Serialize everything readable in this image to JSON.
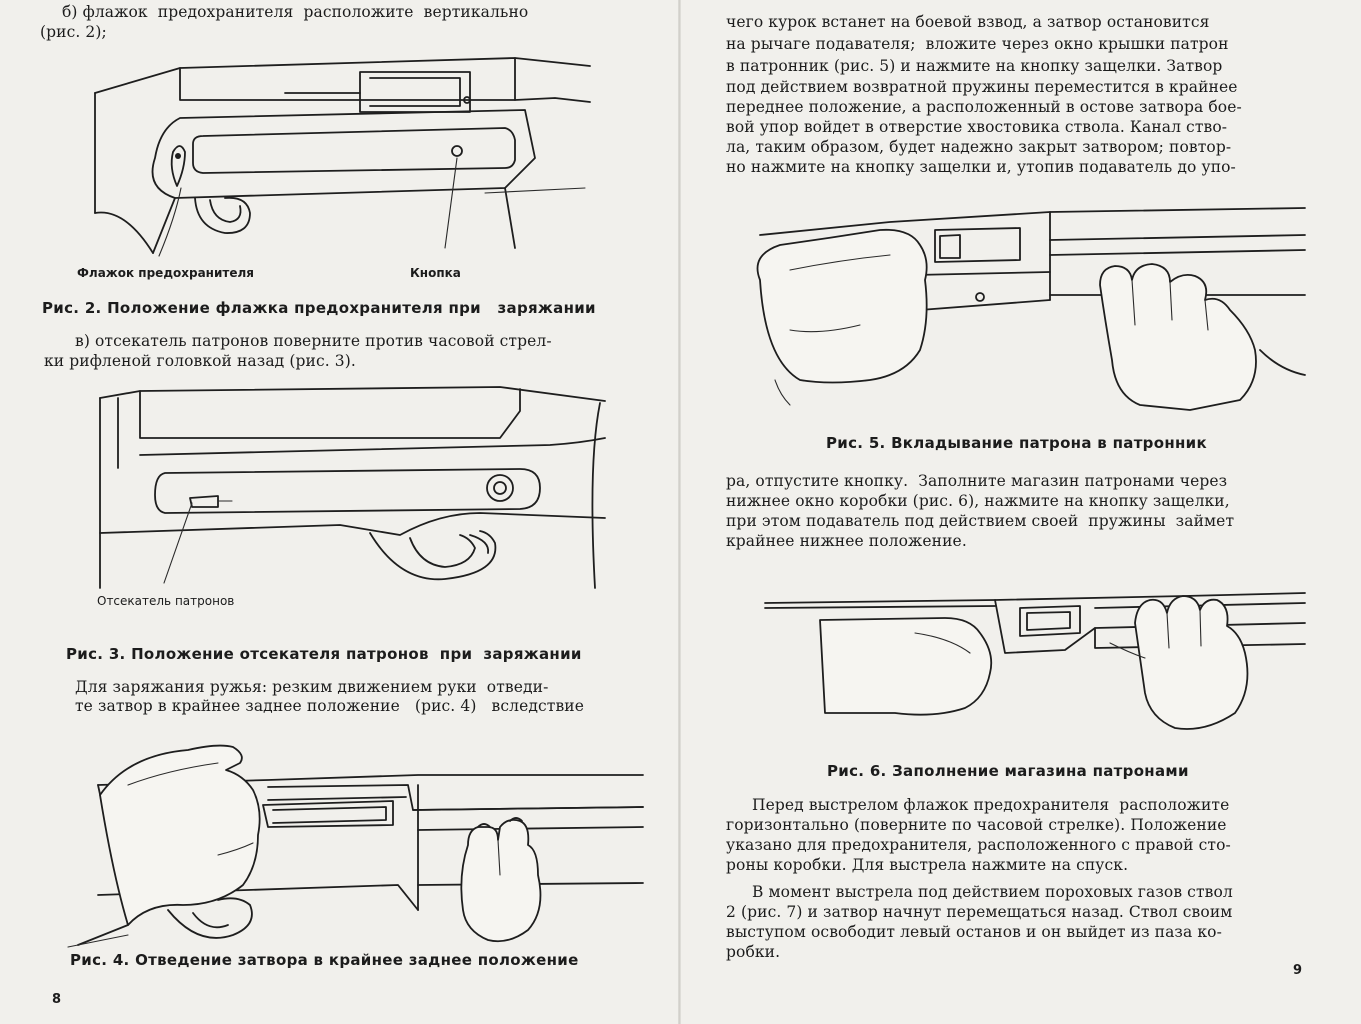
{
  "left_page": {
    "lines_top": [
      "б) флажок  предохранителя  расположите  вертикально",
      "(рис. 2);"
    ],
    "fig2": {
      "label_safety": "Флажок предохранителя",
      "label_button": "Кнопка",
      "caption": "Рис. 2. Положение флажка предохранителя при   заряжании"
    },
    "lines_mid": [
      "в) отсекатель патронов поверните против часовой стрел-",
      "ки рифленой головкой назад (рис. 3)."
    ],
    "fig3": {
      "label_cutoff": "Отсекатель патронов",
      "caption": "Рис. 3. Положение отсекателя патронов  при  заряжании"
    },
    "lines_bottom": [
      "Для заряжания ружья: резким движением руки  отведи-",
      "те затвор в крайнее заднее положение   (рис. 4)   вследствие"
    ],
    "fig4": {
      "caption": "Рис. 4. Отведение затвора в крайнее заднее положение"
    },
    "page_number": "8"
  },
  "right_page": {
    "lines_top": [
      "чего курок встанет на боевой взвод, а затвор остановится",
      "на рычаге подавателя;  вложите через окно крышки патрон",
      "в патронник (рис. 5) и нажмите на кнопку защелки. Затвор",
      "под действием возвратной пружины переместится в крайнее",
      "переднее положение, а расположенный в остове затвора бое-",
      "вой упор войдет в отверстие хвостовика ствола. Канал ство-",
      "ла, таким образом, будет надежно закрыт затвором; повтор-",
      "но нажмите на кнопку защелки и, утопив подаватель до упо-"
    ],
    "fig5": {
      "caption": "Рис. 5. Вкладывание патрона в патронник"
    },
    "lines_mid": [
      "ра, отпустите кнопку.  Заполните магазин патронами через",
      "нижнее окно коробки (рис. 6), нажмите на кнопку защелки,",
      "при этом подаватель под действием своей  пружины  займет",
      "крайнее нижнее положение."
    ],
    "fig6": {
      "caption": "Рис. 6. Заполнение магазина патронами"
    },
    "para1": [
      "Перед выстрелом флажок предохранителя  расположите",
      "горизонтально (поверните по часовой стрелке). Положение",
      "указано для предохранителя, расположенного с правой сто-",
      "роны коробки. Для выстрела нажмите на спуск."
    ],
    "para2": [
      "В момент выстрела под действием пороховых газов ствол",
      "2 (рис. 7) и затвор начнут перемещаться назад. Ствол своим",
      "выступом освободит левый останов и он выйдет из паза ко-",
      "робки."
    ],
    "page_number": "9"
  },
  "colors": {
    "paper": "#f1f0ec",
    "ink": "#1e1e1e"
  }
}
